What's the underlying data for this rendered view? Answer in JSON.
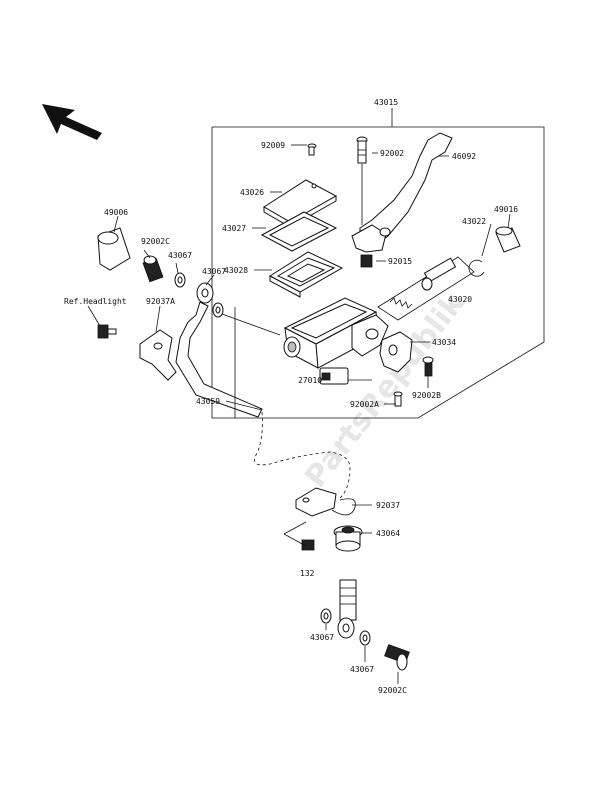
{
  "watermark": "PartsRepublik",
  "labels": {
    "p43015": "43015",
    "p92009": "92009",
    "p92002_top": "92002",
    "p46092": "46092",
    "p43026": "43026",
    "p43027": "43027",
    "p43028": "43028",
    "p92015": "92015",
    "p43022": "43022",
    "p49016": "49016",
    "p43020": "43020",
    "p43034": "43034",
    "p27010": "27010",
    "p92002A": "92002A",
    "p92002B": "92002B",
    "p49006": "49006",
    "p92002C_top": "92002C",
    "p43067_a": "43067",
    "p43067_b": "43067",
    "ref_headlight": "Ref.Headlight",
    "p92037_a": "92037A",
    "p43059": "43059",
    "p92037_b": "92037",
    "p43064": "43064",
    "p132": "132",
    "p43067_c": "43067",
    "p43067_d": "43067",
    "p92002C_bottom": "92002C"
  }
}
